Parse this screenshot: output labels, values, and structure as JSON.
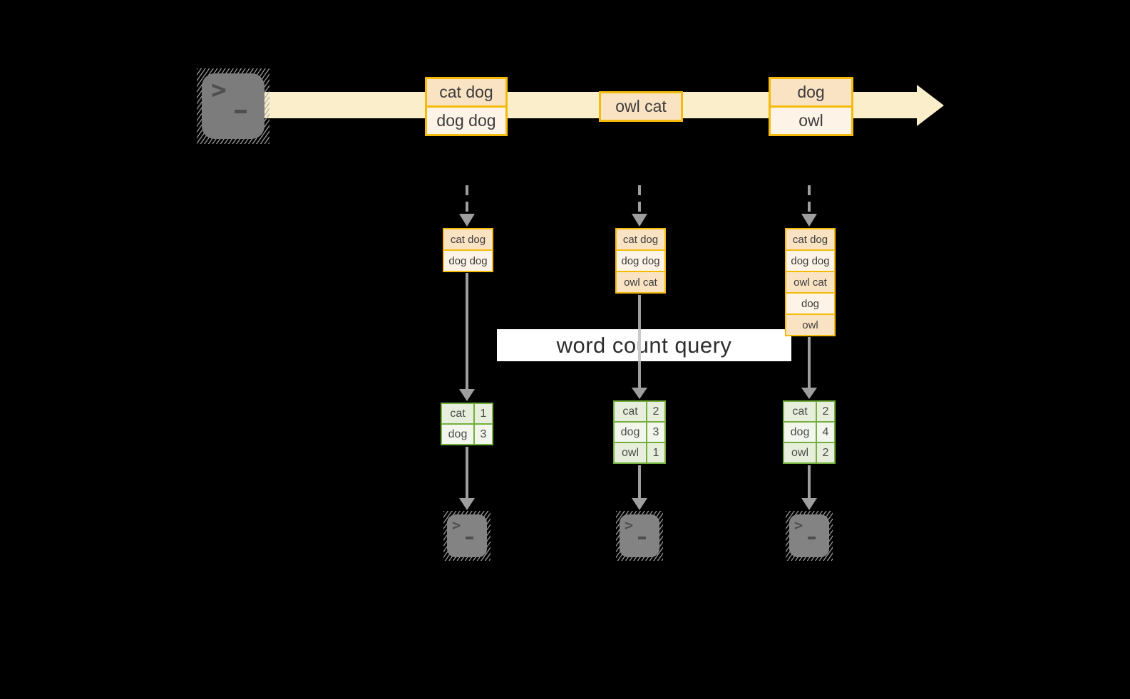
{
  "query": {
    "label": "word count query"
  },
  "stream": {
    "source_icon": "terminal",
    "messages": [
      {
        "rows": [
          "cat dog",
          "dog dog"
        ]
      },
      {
        "rows": [
          "owl cat"
        ]
      },
      {
        "rows": [
          "dog",
          "owl"
        ]
      }
    ]
  },
  "columns": [
    {
      "window": [
        "cat dog",
        "dog dog"
      ],
      "counts": [
        {
          "word": "cat",
          "value": "1"
        },
        {
          "word": "dog",
          "value": "3"
        }
      ],
      "sink_icon": "terminal"
    },
    {
      "window": [
        "cat dog",
        "dog dog",
        "owl cat"
      ],
      "counts": [
        {
          "word": "cat",
          "value": "2"
        },
        {
          "word": "dog",
          "value": "3"
        },
        {
          "word": "owl",
          "value": "1"
        }
      ],
      "sink_icon": "terminal"
    },
    {
      "window": [
        "cat dog",
        "dog dog",
        "owl cat",
        "dog",
        "owl"
      ],
      "counts": [
        {
          "word": "cat",
          "value": "2"
        },
        {
          "word": "dog",
          "value": "4"
        },
        {
          "word": "owl",
          "value": "2"
        }
      ],
      "sink_icon": "terminal"
    }
  ],
  "colors": {
    "background": "#000000",
    "stream_band": "#FBEECB",
    "record_border": "#F4BB0B",
    "record_fill_dark": "#FAE3C3",
    "record_fill_light": "#FDF4E7",
    "table_border": "#74AF3F",
    "table_fill_dark": "#E7EFDC",
    "table_fill_light": "#F2F6EC",
    "connector": "#9E9E9E",
    "terminal_gray": "#7C7C7C",
    "query_box": "#FFFFFF"
  }
}
